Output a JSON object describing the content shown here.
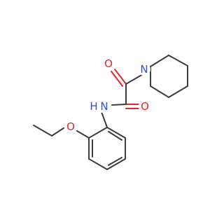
{
  "molecule": {
    "atom_labels": {
      "o_carbonyl_top": "O",
      "n_piperidine": "N",
      "o_carbonyl_right": "O",
      "nh_amide": "N",
      "h_amide": "H",
      "o_ether": "O"
    },
    "colors": {
      "bond": "#3c3c3c",
      "oxygen": "#e8262a",
      "nitrogen": "#3050d8"
    }
  }
}
